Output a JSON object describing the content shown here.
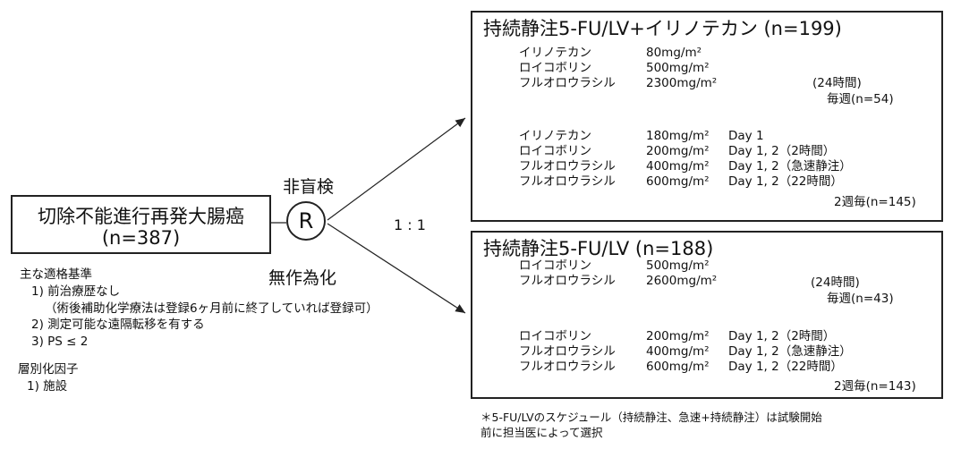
{
  "population": {
    "line1": "切除不能進行再発大腸癌",
    "line2": "(n=387)"
  },
  "randomization": {
    "symbol": "R",
    "label_top": "非盲検",
    "label_bottom": "無作為化",
    "ratio": "1 : 1"
  },
  "criteria": {
    "heading": "主な適格基準",
    "items": [
      "1) 前治療歴なし",
      "（術後補助化学療法は登録6ヶ月前に終了していれば登録可）",
      "2) 測定可能な遠隔転移を有する",
      "3) PS ≤ 2"
    ]
  },
  "strat": {
    "heading": "層別化因子",
    "items": [
      "1) 施設"
    ]
  },
  "arm1": {
    "title": "持続静注5-FU/LV+イリノテカン (n=199)",
    "weekly": {
      "rows": [
        {
          "drug": "イリノテカン",
          "dose": "80mg/m²",
          "day": ""
        },
        {
          "drug": "ロイコボリン",
          "dose": "500mg/m²",
          "day": ""
        },
        {
          "drug": "フルオロウラシル",
          "dose": "2300mg/m²",
          "day": "(24時間)"
        }
      ],
      "schedule": "毎週(n=54)"
    },
    "biweekly": {
      "rows": [
        {
          "drug": "イリノテカン",
          "dose": "180mg/m²",
          "day": "Day 1"
        },
        {
          "drug": "ロイコボリン",
          "dose": "200mg/m²",
          "day": "Day 1, 2（2時間）"
        },
        {
          "drug": "フルオロウラシル",
          "dose": "400mg/m²",
          "day": "Day 1, 2（急速静注）"
        },
        {
          "drug": "フルオロウラシル",
          "dose": "600mg/m²",
          "day": "Day 1, 2（22時間）"
        }
      ],
      "schedule": "2週毎(n=145)"
    }
  },
  "arm2": {
    "title": "持続静注5-FU/LV (n=188)",
    "weekly": {
      "rows": [
        {
          "drug": "ロイコボリン",
          "dose": "500mg/m²",
          "day": ""
        },
        {
          "drug": "フルオロウラシル",
          "dose": "2600mg/m²",
          "day": "(24時間)"
        }
      ],
      "schedule": "毎週(n=43)"
    },
    "biweekly": {
      "rows": [
        {
          "drug": "ロイコボリン",
          "dose": "200mg/m²",
          "day": "Day 1, 2（2時間）"
        },
        {
          "drug": "フルオロウラシル",
          "dose": "400mg/m²",
          "day": "Day 1, 2（急速静注）"
        },
        {
          "drug": "フルオロウラシル",
          "dose": "600mg/m²",
          "day": "Day 1, 2（22時間）"
        }
      ],
      "schedule": "2週毎(n=143)"
    }
  },
  "footnote": {
    "line1": "＊5-FU/LVのスケジュール（持続静注、急速+持続静注）は試験開始",
    "line2": "前に担当医によって選択"
  }
}
